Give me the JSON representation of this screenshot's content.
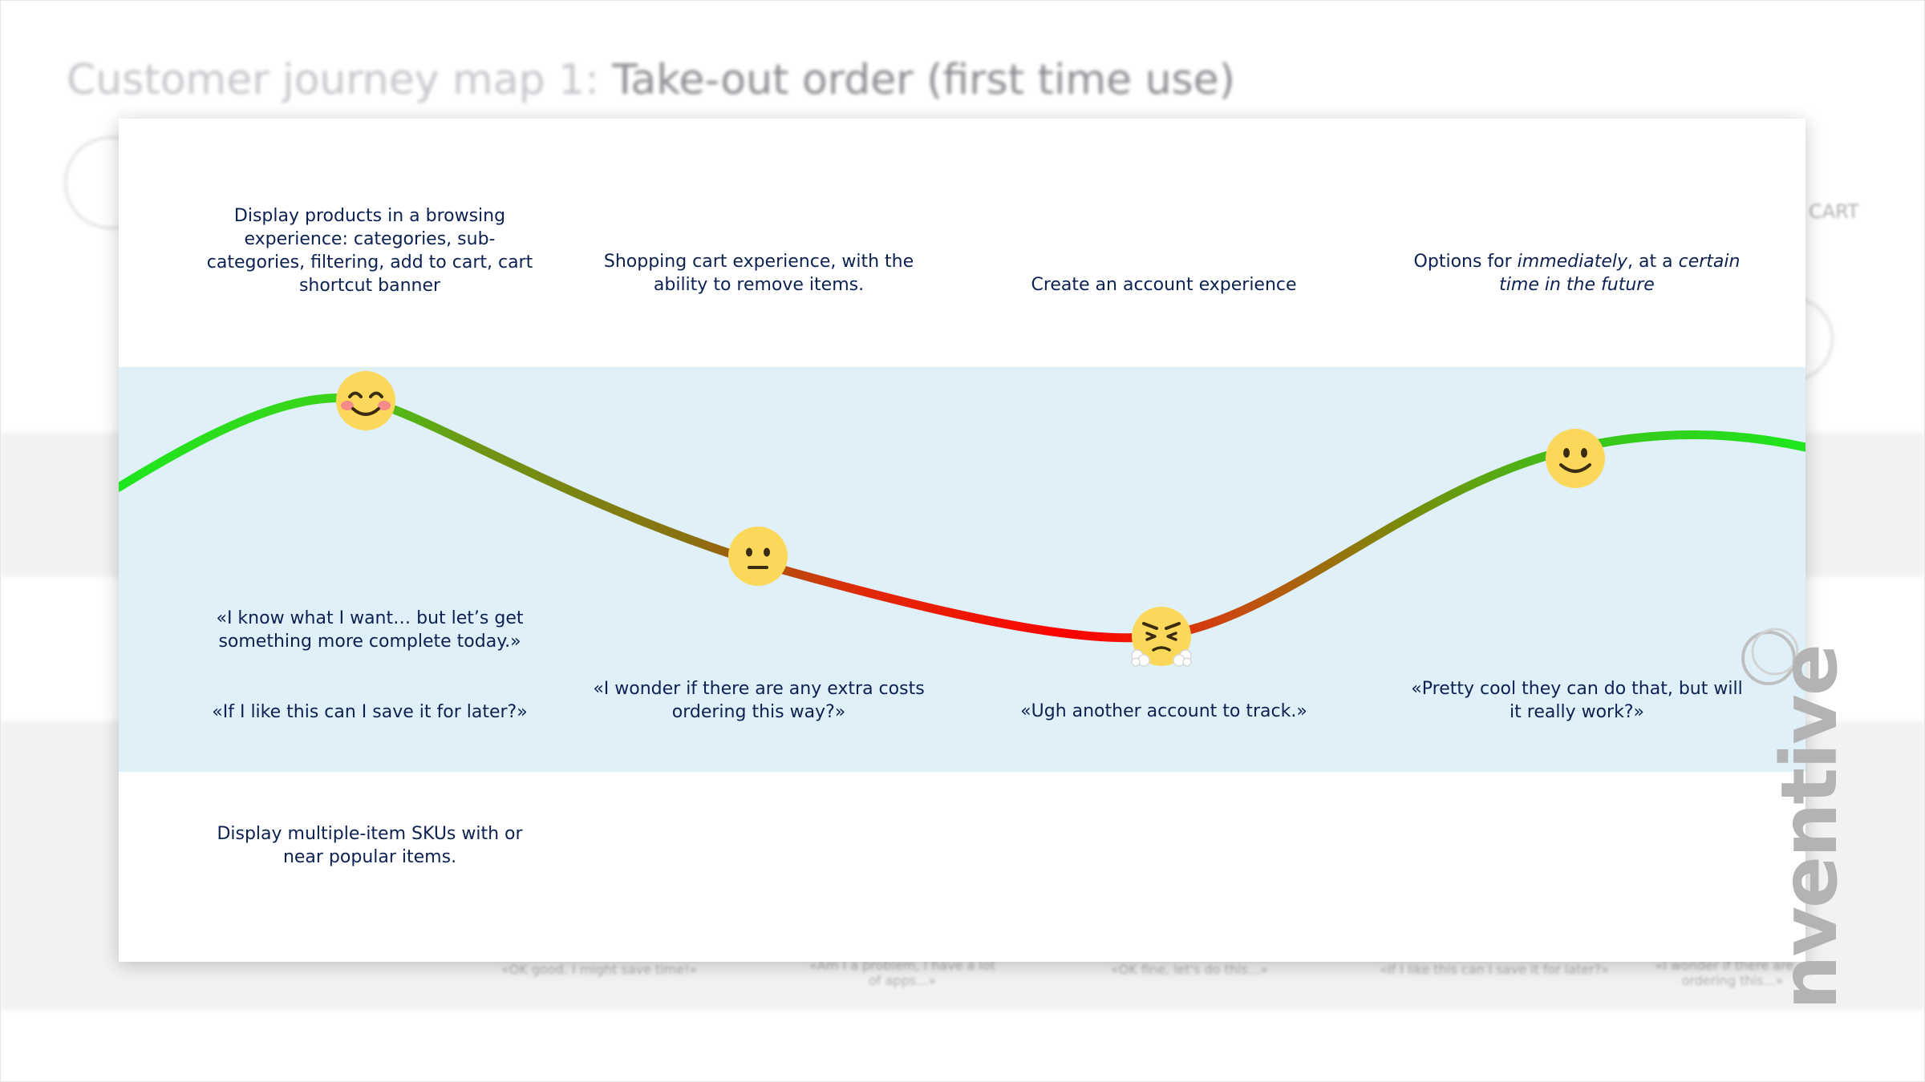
{
  "background": {
    "title_prefix": "Customer journey map 1: ",
    "title_main": "Take-out order (first time use)",
    "faint_labels": [
      "CART"
    ],
    "faint_quotes": [
      "«OK good. I might save time!»",
      "«Am I a problem, I have a lot of apps...»",
      "«OK fine, let's do this...»",
      "«If I like this can I save it for later?»",
      "«I wonder if there are ... ordering this...»"
    ]
  },
  "rows": {
    "opportunities": [
      "Display products in a browsing experience: categories, sub-categories, filtering, add to cart, cart shortcut banner",
      "Shopping cart experience, with the ability to remove items.",
      "Create an account experience",
      {
        "before": "Options for ",
        "em1": "immediately",
        "middle": ", at a ",
        "em2": "certain time in the future"
      }
    ],
    "thoughts": [
      "«I know what I want… but let’s get something more complete today.»",
      "«If I like this can I save it for later?»",
      "«I wonder if there are any extra costs ordering this way?»",
      "«Ugh another account to track.»",
      "«Pretty cool they can do that, but will it really work?»"
    ],
    "footer_notes": [
      "Display multiple-item SKUs with or near popular items."
    ]
  },
  "emotions": [
    {
      "stage": 1,
      "mood": "smiling-blush",
      "level": 0.9
    },
    {
      "stage": 2,
      "mood": "neutral",
      "level": 0.38
    },
    {
      "stage": 3,
      "mood": "angry-steam",
      "level": 0.1
    },
    {
      "stage": 4,
      "mood": "smiling",
      "level": 0.75
    }
  ],
  "colors": {
    "band": "#dff0f9",
    "text": "#0c2151",
    "curve_high": "#1ee61e",
    "curve_mid": "#7a8a0a",
    "curve_low": "#ff0000"
  },
  "brand": {
    "logo_text": "nventive"
  }
}
